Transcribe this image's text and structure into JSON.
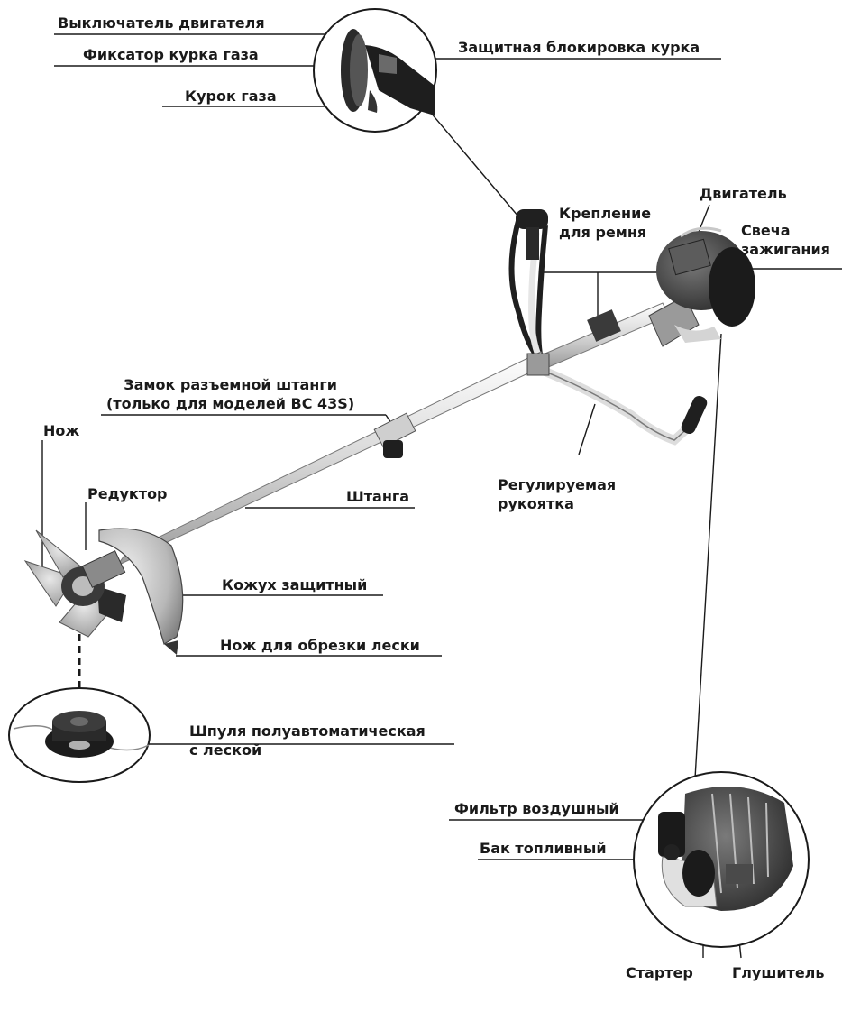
{
  "labels": {
    "engine_switch": "Выключатель двигателя",
    "throttle_lock": "Фиксатор курка газа",
    "throttle_trigger": "Курок газа",
    "trigger_safety": "Защитная блокировка курка",
    "strap_mount_1": "Крепление",
    "strap_mount_2": "для ремня",
    "engine": "Двигатель",
    "spark_plug_1": "Свеча",
    "spark_plug_2": "зажигания",
    "shaft_lock_1": "Замок разъемной штанги",
    "shaft_lock_2": "(только для моделей BC 43S)",
    "blade": "Нож",
    "gearbox": "Редуктор",
    "shaft": "Штанга",
    "adjustable_handle_1": "Регулируемая",
    "adjustable_handle_2": "рукоятка",
    "guard": "Кожух защитный",
    "line_cutter": "Нож для обрезки лески",
    "spool_1": "Шпуля полуавтоматическая",
    "spool_2": "с леской",
    "air_filter": "Фильтр воздушный",
    "fuel_tank": "Бак топливный",
    "starter": "Стартер",
    "muffler": "Глушитель"
  },
  "colors": {
    "ink": "#1a1a1a",
    "metal_light": "#dcdcdc",
    "metal_dark": "#3a3a3a",
    "shaft": "#e4e4e4"
  }
}
